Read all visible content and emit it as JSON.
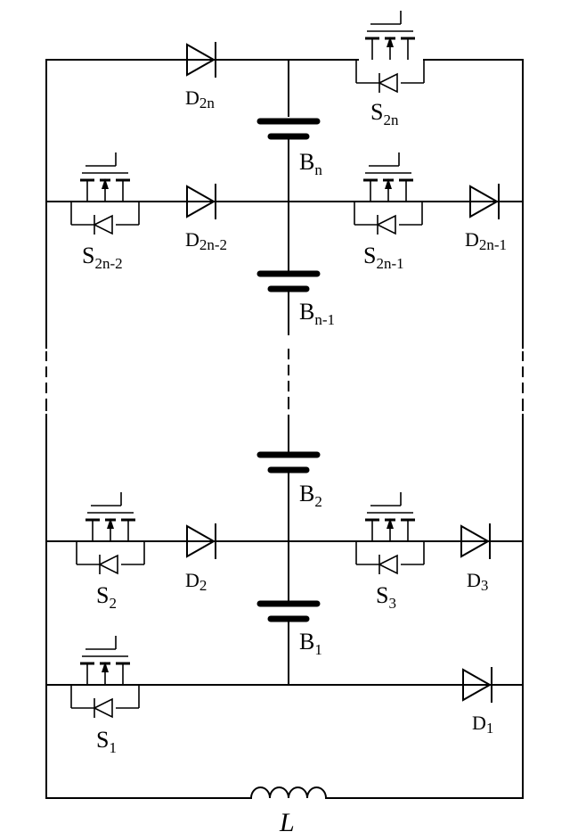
{
  "labels": {
    "d2n": {
      "main": "D",
      "sub": "2n"
    },
    "s2n": {
      "main": "S",
      "sub": "2n"
    },
    "bn": {
      "main": "B",
      "sub": "n"
    },
    "s2n_2": {
      "main": "S",
      "sub": "2n-2"
    },
    "d2n_2": {
      "main": "D",
      "sub": "2n-2"
    },
    "s2n_1": {
      "main": "S",
      "sub": "2n-1"
    },
    "d2n_1": {
      "main": "D",
      "sub": "2n-1"
    },
    "bn_1": {
      "main": "B",
      "sub": "n-1"
    },
    "b2": {
      "main": "B",
      "sub": "2"
    },
    "s2": {
      "main": "S",
      "sub": "2"
    },
    "d2": {
      "main": "D",
      "sub": "2"
    },
    "s3": {
      "main": "S",
      "sub": "3"
    },
    "d3": {
      "main": "D",
      "sub": "3"
    },
    "b1": {
      "main": "B",
      "sub": "1"
    },
    "s1": {
      "main": "S",
      "sub": "1"
    },
    "d1": {
      "main": "D",
      "sub": "1"
    },
    "inductor": "L"
  }
}
